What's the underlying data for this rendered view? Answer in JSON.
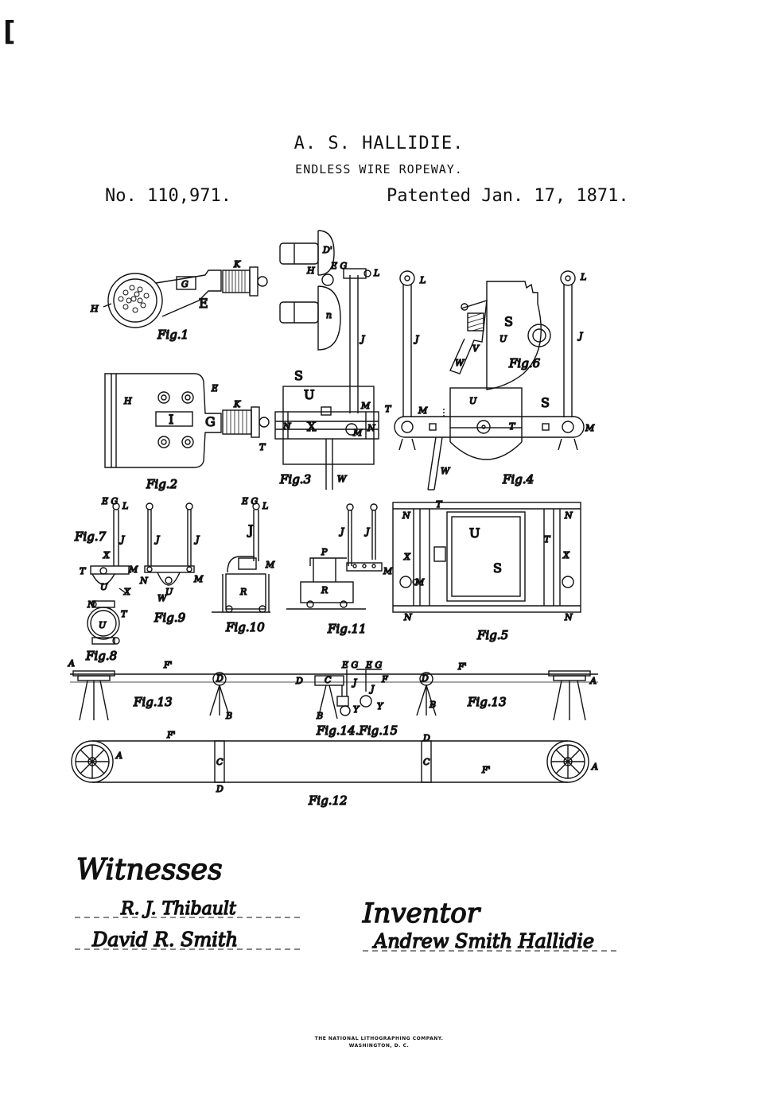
{
  "header": {
    "inventor": "A. S. HALLIDIE.",
    "title": "ENDLESS WIRE ROPEWAY.",
    "patent_number": "No. 110,971.",
    "patented": "Patented Jan. 17, 1871."
  },
  "scan_mark": "[",
  "figure_captions": {
    "fig1": "Fig.1",
    "fig2": "Fig.2",
    "fig3": "Fig.3",
    "fig4": "Fig.4",
    "fig5": "Fig.5",
    "fig6": "Fig.6",
    "fig7": "Fig.7",
    "fig8": "Fig.8",
    "fig9": "Fig.9",
    "fig10": "Fig.10",
    "fig11": "Fig.11",
    "fig12": "Fig.12",
    "fig13a": "Fig.13",
    "fig13b": "Fig.13",
    "fig14_15": "Fig.14.Fig.15"
  },
  "letters": {
    "A": "A",
    "B": "B",
    "C": "C",
    "D": "D",
    "D1": "D'",
    "E": "E",
    "F": "F",
    "F1": "F'",
    "G": "G",
    "H": "H",
    "I": "I",
    "J": "J",
    "K": "K",
    "L": "L",
    "M": "M",
    "N": "N",
    "P": "P",
    "R": "R",
    "S": "S",
    "T": "T",
    "U": "U",
    "V": "V",
    "W": "W",
    "X": "X",
    "Y": "Y",
    "EG": "E G",
    "n": "n"
  },
  "signatures": {
    "witnesses_label": "Witnesses",
    "witness1": "R. J. Thibault",
    "witness2": "David R. Smith",
    "inventor_label": "Inventor",
    "inventor_signature": "Andrew Smith Hallidie"
  },
  "imprint": {
    "line1": "THE NATIONAL LITHOGRAPHING COMPANY.",
    "line2": "WASHINGTON, D. C."
  },
  "colors": {
    "ink": "#111111",
    "paper": "#ffffff"
  }
}
